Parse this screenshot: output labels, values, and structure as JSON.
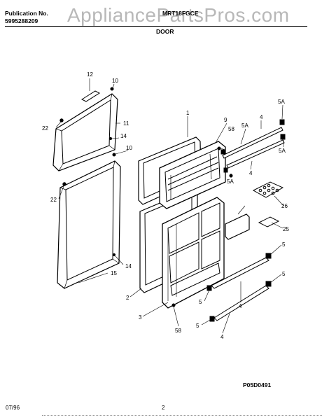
{
  "header": {
    "publication_label": "Publication No.",
    "publication_number": "5995288209",
    "model": "MRT18FGCE",
    "watermark": "AppliancePartsPros.com"
  },
  "section_title": "DOOR",
  "figure_id": "P05D0491",
  "footer": {
    "date": "07/96",
    "page": "2"
  },
  "callouts": {
    "c1": "1",
    "c2": "2",
    "c3": "3",
    "c4a": "4",
    "c4b": "4",
    "c4c": "4",
    "c4d": "4",
    "c5a": "5",
    "c5b": "5",
    "c5c": "5",
    "c5d": "5",
    "c5Aa": "5A",
    "c5Ab": "5A",
    "c5Ac": "5A",
    "c5Ad": "5A",
    "c9": "9",
    "c10a": "10",
    "c10b": "10",
    "c11": "11",
    "c12": "12",
    "c14a": "14",
    "c14b": "14",
    "c15": "15",
    "c22a": "22",
    "c22b": "22",
    "c25": "25",
    "c26": "26",
    "c58a": "58",
    "c58b": "58"
  }
}
